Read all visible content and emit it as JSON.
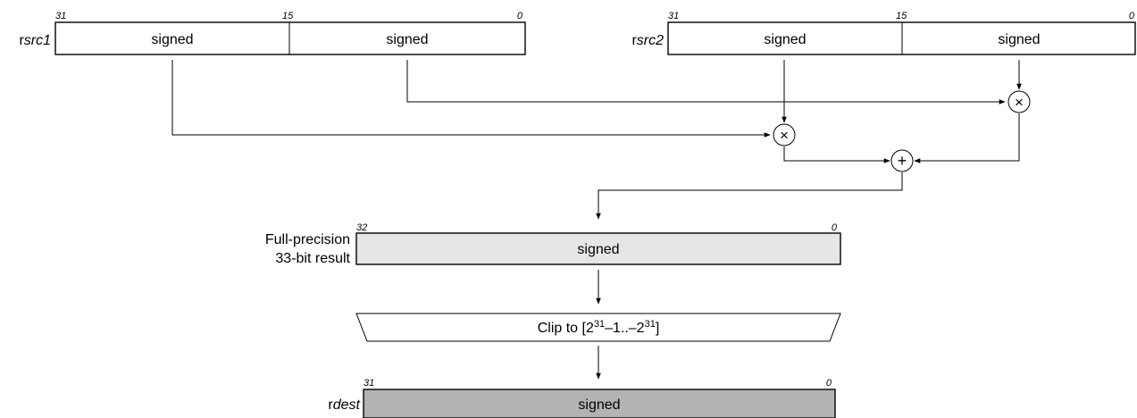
{
  "rsrc1": {
    "prefix": "r",
    "name": "src1",
    "bits": {
      "hi": "31",
      "mid": "15",
      "lo": "0"
    },
    "fields": [
      "signed",
      "signed"
    ]
  },
  "rsrc2": {
    "prefix": "r",
    "name": "src2",
    "bits": {
      "hi": "31",
      "mid": "15",
      "lo": "0"
    },
    "fields": [
      "signed",
      "signed"
    ]
  },
  "ops": {
    "multiply": "×",
    "add": "+"
  },
  "result": {
    "label_line1": "Full-precision",
    "label_line2": "33-bit result",
    "bits": {
      "hi": "32",
      "lo": "0"
    },
    "field": "signed",
    "fill": "#e6e6e6"
  },
  "clip": {
    "prefix": "Clip to [2",
    "sup1": "31",
    "middle": "–1..–2",
    "sup2": "31",
    "suffix": "]"
  },
  "rdest": {
    "prefix": "r",
    "name": "dest",
    "bits": {
      "hi": "31",
      "lo": "0"
    },
    "field": "signed",
    "fill": "#b3b3b3"
  }
}
